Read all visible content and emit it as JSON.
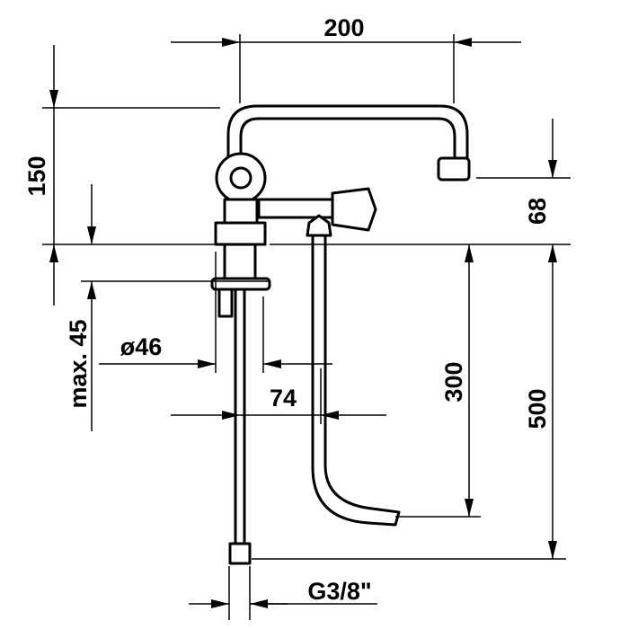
{
  "title": "Faucet dimension drawing",
  "dimensions": {
    "width_spout": "200",
    "height_spout": "150",
    "outlet_height": "68",
    "max_thickness": "max. 45",
    "diameter": "ø46",
    "offset": "74",
    "hose_length": "300",
    "total_length": "500",
    "thread": "G3/8\""
  },
  "colors": {
    "line": "#000000",
    "background": "#ffffff"
  }
}
